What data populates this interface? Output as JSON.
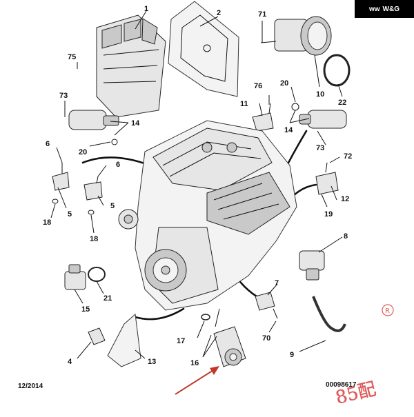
{
  "watermark_brand": {
    "logo_glyph": "ᴡᴡ",
    "text": "W&G"
  },
  "callouts": [
    "1",
    "2",
    "71",
    "75",
    "10",
    "22",
    "76",
    "20",
    "73",
    "14",
    "11",
    "14",
    "20",
    "6",
    "6",
    "73",
    "72",
    "5",
    "18",
    "5",
    "18",
    "12",
    "19",
    "8",
    "21",
    "15",
    "7",
    "70",
    "17",
    "16",
    "9",
    "4",
    "13"
  ],
  "footer": {
    "date": "12/2014",
    "ref": "00098617"
  },
  "stamp": {
    "text": "85配",
    "registered_mark": "R",
    "color": "#e05a5a"
  },
  "highlight_arrow_color": "#c0392b"
}
